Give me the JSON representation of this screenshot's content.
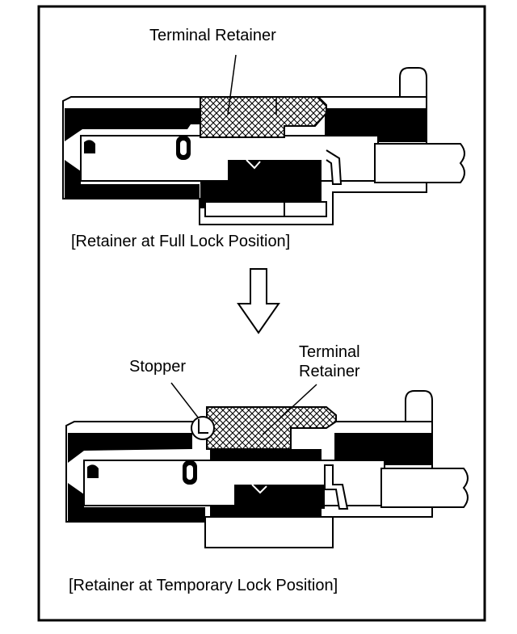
{
  "figure": {
    "top_panel": {
      "label_terminal_retainer": "Terminal Retainer",
      "caption": "[Retainer at Full Lock Position]"
    },
    "bottom_panel": {
      "label_stopper": "Stopper",
      "label_terminal_line1": "Terminal",
      "label_terminal_line2": "Retainer",
      "caption": "[Retainer at Temporary Lock Position]"
    },
    "arrow": {
      "icon": "down-arrow-icon",
      "meaning": "transition"
    }
  }
}
